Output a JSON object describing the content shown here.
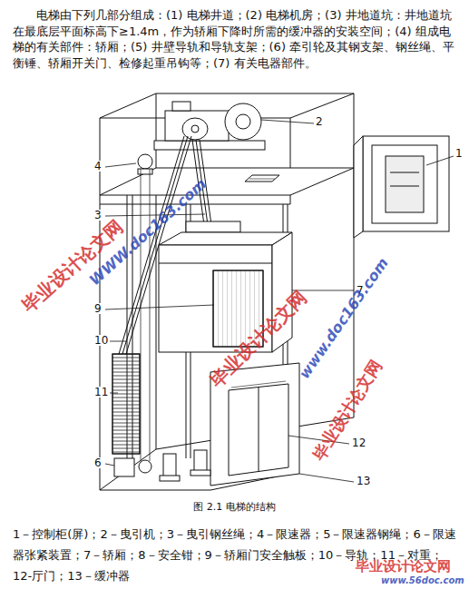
{
  "diagram": {
    "caption": "图 2.1 电梯的结构",
    "labels": [
      "电梯由下列几部分组成：(1) 电梯井道；(2) 电梯机房；(3) 井地道坑：井地道坑在最底层平面标高下≥1.4m，作为轿厢下降时所需的缓冲器的安装空间；(4) 组成电梯的有关部件：轿厢；(5) 井壁导轨和导轨支架；(6) 牵引轮及其钢支架、钢丝绳、平衡锤、轿厢开关门、检修起重吊钩等；(7) 有关电器部件。",
      "2",
      "1",
      "4",
      "3",
      "7",
      "9",
      "10",
      "11",
      "12",
      "6",
      "13",
      "1－控制柜(屏)；2－曳引机；3－曳引钢丝绳；4－限速器；5－限速器钢绳；6－限速器张紧装置；7－轿厢；8－安全钳；9－轿厢门安全触板；10－导轨；11－对重；12-厅门；13－缓冲器",
      "毕业设计论文网",
      "WWW.doc163.com",
      "毕业设计论文网",
      "www.doc163.com",
      "毕业设计论文网",
      "毕业设计论文网",
      "www.56doc.com"
    ]
  }
}
